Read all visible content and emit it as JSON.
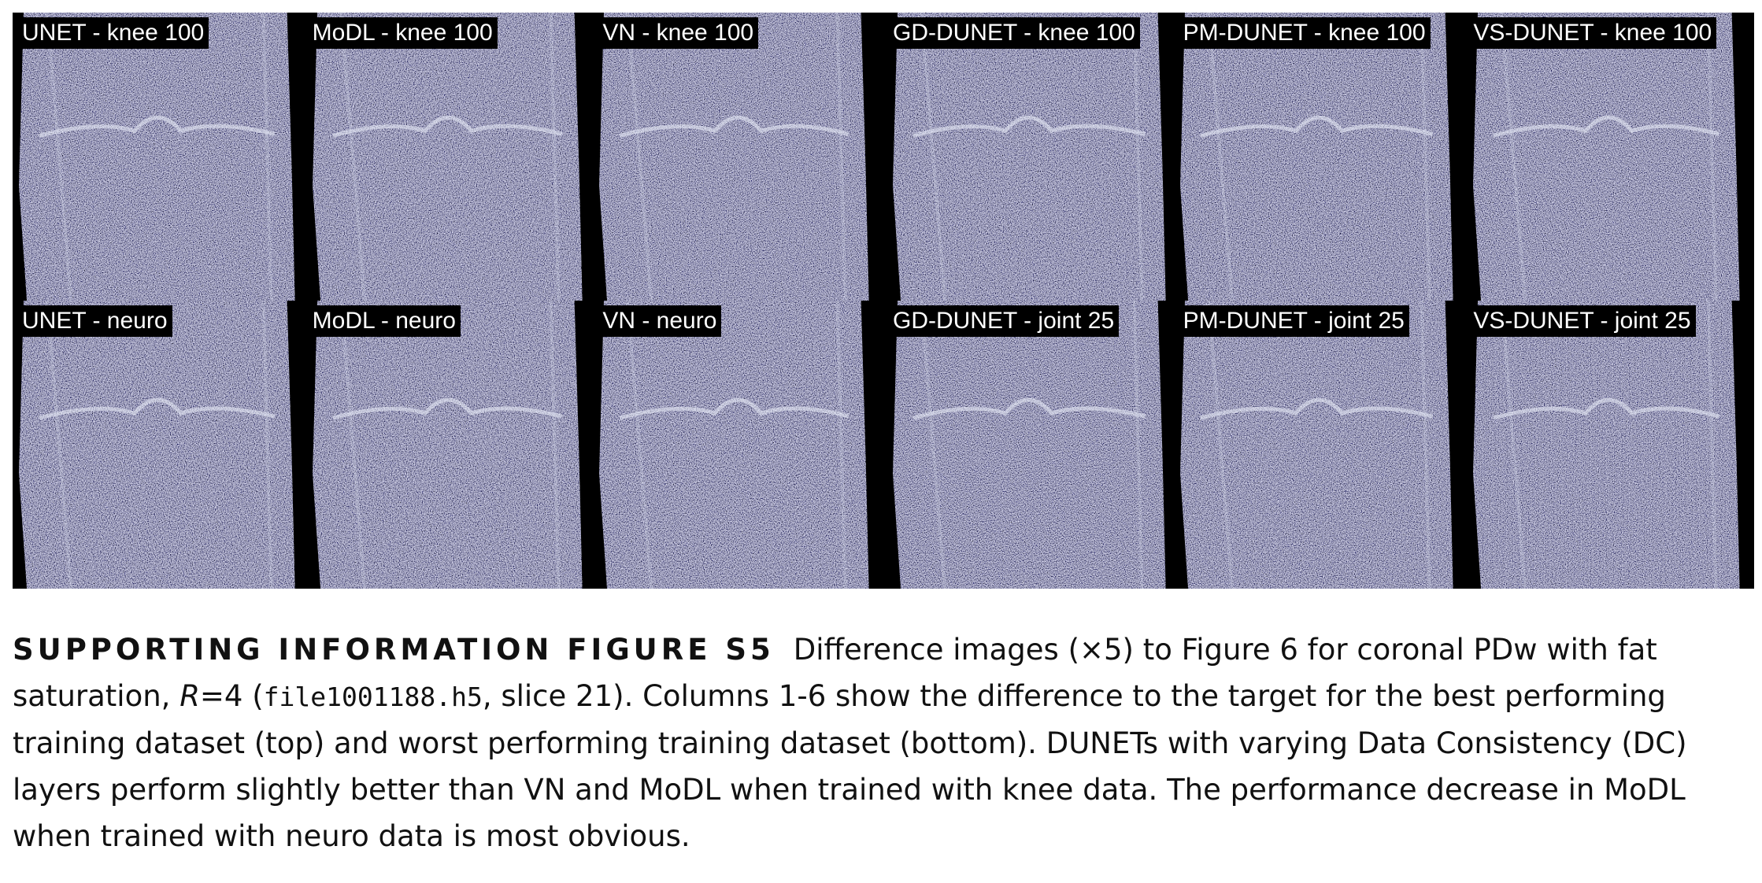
{
  "figure": {
    "panels": [
      {
        "label": "UNET - knee 100"
      },
      {
        "label": "MoDL - knee 100"
      },
      {
        "label": "VN - knee 100"
      },
      {
        "label": "GD-DUNET - knee 100"
      },
      {
        "label": "PM-DUNET - knee 100"
      },
      {
        "label": "VS-DUNET - knee 100"
      },
      {
        "label": "UNET - neuro"
      },
      {
        "label": "MoDL - neuro"
      },
      {
        "label": "VN - neuro"
      },
      {
        "label": "GD-DUNET - joint 25"
      },
      {
        "label": "PM-DUNET - joint 25"
      },
      {
        "label": "VS-DUNET - joint 25"
      }
    ]
  },
  "caption": {
    "heading": "SUPPORTING INFORMATION FIGURE S5",
    "text_1": "Difference images (×5) to Figure 6 for coronal PDw with fat saturation, ",
    "variable": "R",
    "text_2": "=4 (",
    "filename": "file1001188.h5",
    "text_3": ", slice 21). Columns 1-6 show the difference to the target for the best performing training dataset (top) and worst performing training dataset (bottom). DUNETs with varying Data Consistency (DC) layers perform slightly better than VN and MoDL when trained with knee data. The performance decrease in MoDL when trained with neuro data is most obvious."
  }
}
